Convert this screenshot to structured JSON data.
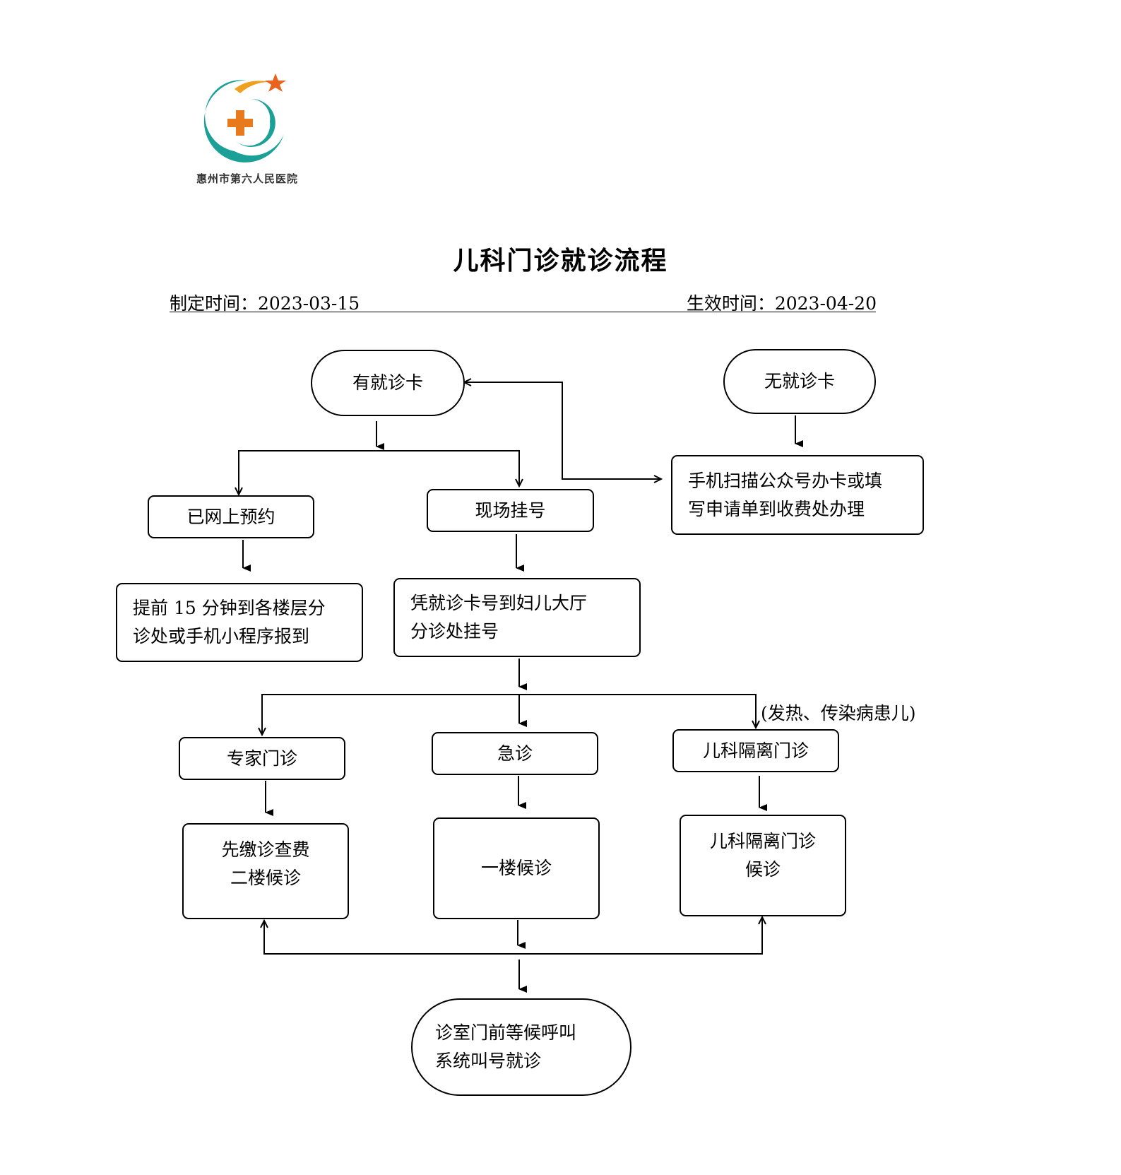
{
  "header": {
    "hospital_name": "惠州市第六人民医院",
    "logo_icon": "hospital-crescent-cross-star-logo",
    "logo_colors": {
      "crescent": "#1aa096",
      "cross": "#e87a1e",
      "star": "#e8641e"
    },
    "title": "儿科门诊就诊流程",
    "created_label": "制定时间：2023-03-15",
    "effective_label": "生效时间：2023-04-20"
  },
  "flow": {
    "nodes": {
      "has_card": "有就诊卡",
      "no_card": "无就诊卡",
      "no_card_action": "手机扫描公众号办卡或填\n写申请单到收费处办理",
      "online_booked": "已网上预约",
      "onsite_register": "现场挂号",
      "online_checkin": "提前 15 分钟到各楼层分\n诊处或手机小程序报到",
      "onsite_action": "凭就诊卡号到妇儿大厅\n分诊处挂号",
      "expert_clinic": "专家门诊",
      "emergency": "急诊",
      "isolation_clinic": "儿科隔离门诊",
      "expert_wait": "先缴诊查费\n二楼候诊",
      "emergency_wait": "一楼候诊",
      "isolation_wait": "儿科隔离门诊\n候诊",
      "final": "诊室门前等候呼叫\n系统叫号就诊"
    },
    "edge_labels": {
      "isolation_condition": "(发热、传染病患儿)"
    }
  }
}
